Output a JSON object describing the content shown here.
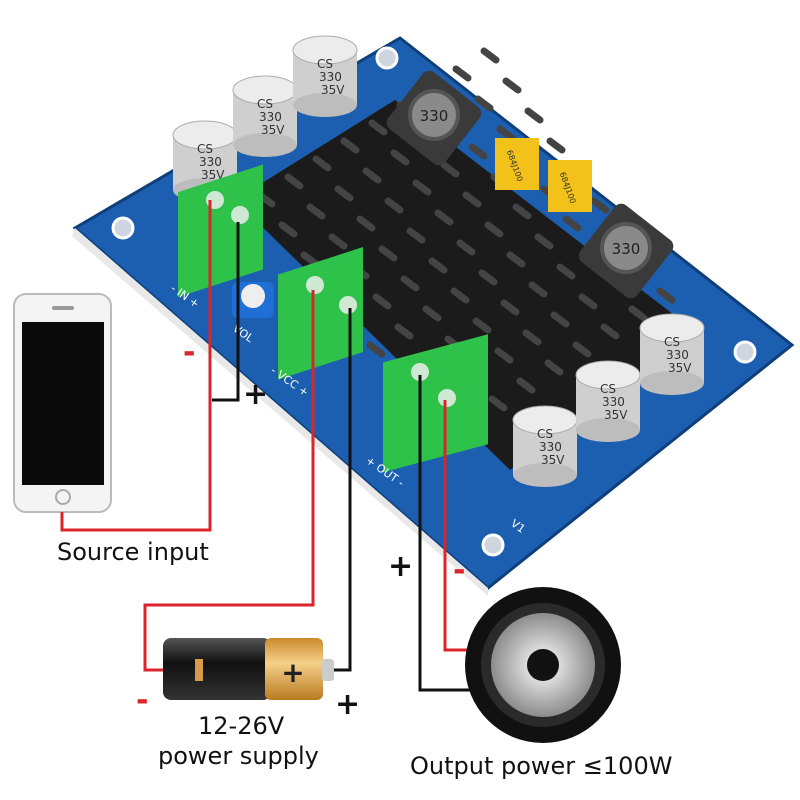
{
  "labels": {
    "source_input": "Source input",
    "power_voltage": "12-26V",
    "power_supply": "power supply",
    "output_power": "Output power ≤100W"
  },
  "polarity": {
    "input_minus": "-",
    "input_plus": "+",
    "supply_minus": "-",
    "supply_plus": "+",
    "output_plus": "+",
    "output_minus": "-"
  },
  "board": {
    "capacitor_marking": [
      "CS",
      "330",
      "35V"
    ],
    "inductor_marking": "330",
    "film_cap_marking": "684J100",
    "silk_in": "- IN +",
    "silk_vol": "VOL",
    "silk_vcc": "- VCC +",
    "silk_out": "+ OUT -",
    "silk_v1": "V1"
  },
  "colors": {
    "board": "#1c5fb0",
    "terminal": "#2ec24a",
    "heatsink": "#1a1a1a",
    "wire_positive_red": "#d8262b",
    "wire_black": "#111111",
    "capacitor": "#d9d9d9",
    "film_cap": "#f2c21b"
  }
}
